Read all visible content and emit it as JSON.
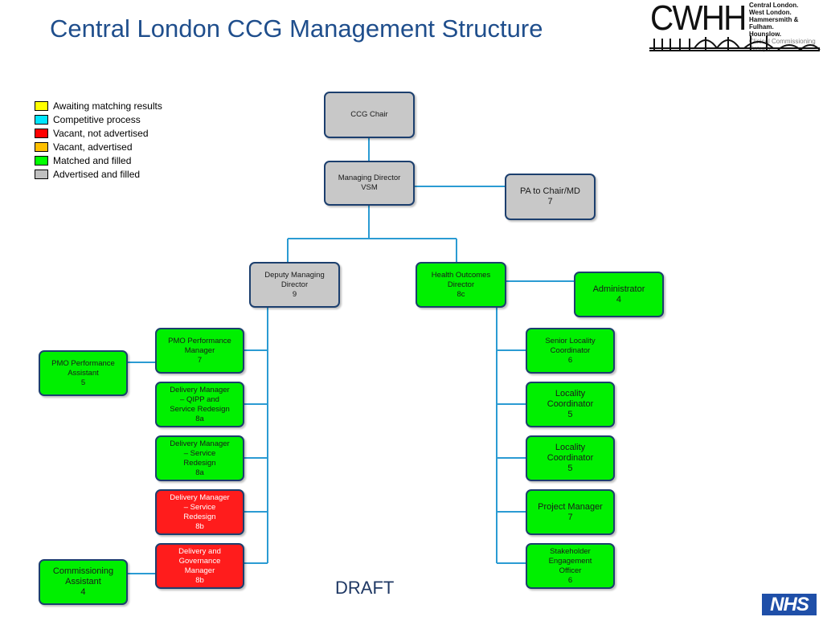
{
  "title": "Central London CCG Management Structure",
  "logo": {
    "main": "CWHH",
    "lines": [
      "Central London.",
      "West London.",
      "Hammersmith & Fulham.",
      "Hounslow."
    ],
    "sub": "Clinical Commissioning Groups"
  },
  "legend": [
    {
      "label": "Awaiting matching results",
      "color": "#ffff00"
    },
    {
      "label": "Competitive process",
      "color": "#00e5ff"
    },
    {
      "label": "Vacant, not advertised",
      "color": "#ff0000"
    },
    {
      "label": "Vacant, advertised",
      "color": "#ffc000"
    },
    {
      "label": "Matched and filled",
      "color": "#00ff00"
    },
    {
      "label": "Advertised and filled",
      "color": "#c0c0c0"
    }
  ],
  "nodes": {
    "ccg_chair": {
      "text": "CCG Chair"
    },
    "managing_director": {
      "text": "Managing Director\nVSM"
    },
    "pa": {
      "text": "PA to Chair/MD\n7"
    },
    "deputy_md": {
      "text": "Deputy Managing\nDirector\n9"
    },
    "health_outcomes": {
      "text": "Health Outcomes\nDirector\n8c"
    },
    "administrator": {
      "text": "Administrator\n4"
    },
    "pmo_manager": {
      "text": "PMO Performance\nManager\n7"
    },
    "pmo_assistant": {
      "text": "PMO Performance\nAssistant\n5"
    },
    "dm_qipp": {
      "text": "Delivery Manager\n– QIPP and\nService Redesign\n8a"
    },
    "dm_sr_8a": {
      "text": "Delivery Manager\n– Service\nRedesign\n8a"
    },
    "dm_sr_8b": {
      "text": "Delivery Manager\n– Service\nRedesign\n8b"
    },
    "dgm": {
      "text": "Delivery and\nGovernance\nManager\n8b"
    },
    "comm_assistant": {
      "text": "Commissioning\nAssistant\n4"
    },
    "senior_locality": {
      "text": "Senior Locality\nCoordinator\n6"
    },
    "locality1": {
      "text": "Locality\nCoordinator\n5"
    },
    "locality2": {
      "text": "Locality\nCoordinator\n5"
    },
    "project_manager": {
      "text": "Project Manager\n7"
    },
    "stakeholder": {
      "text": "Stakeholder\nEngagement\nOfficer\n6"
    }
  },
  "draft_label": "DRAFT",
  "nhs_logo": "NHS"
}
